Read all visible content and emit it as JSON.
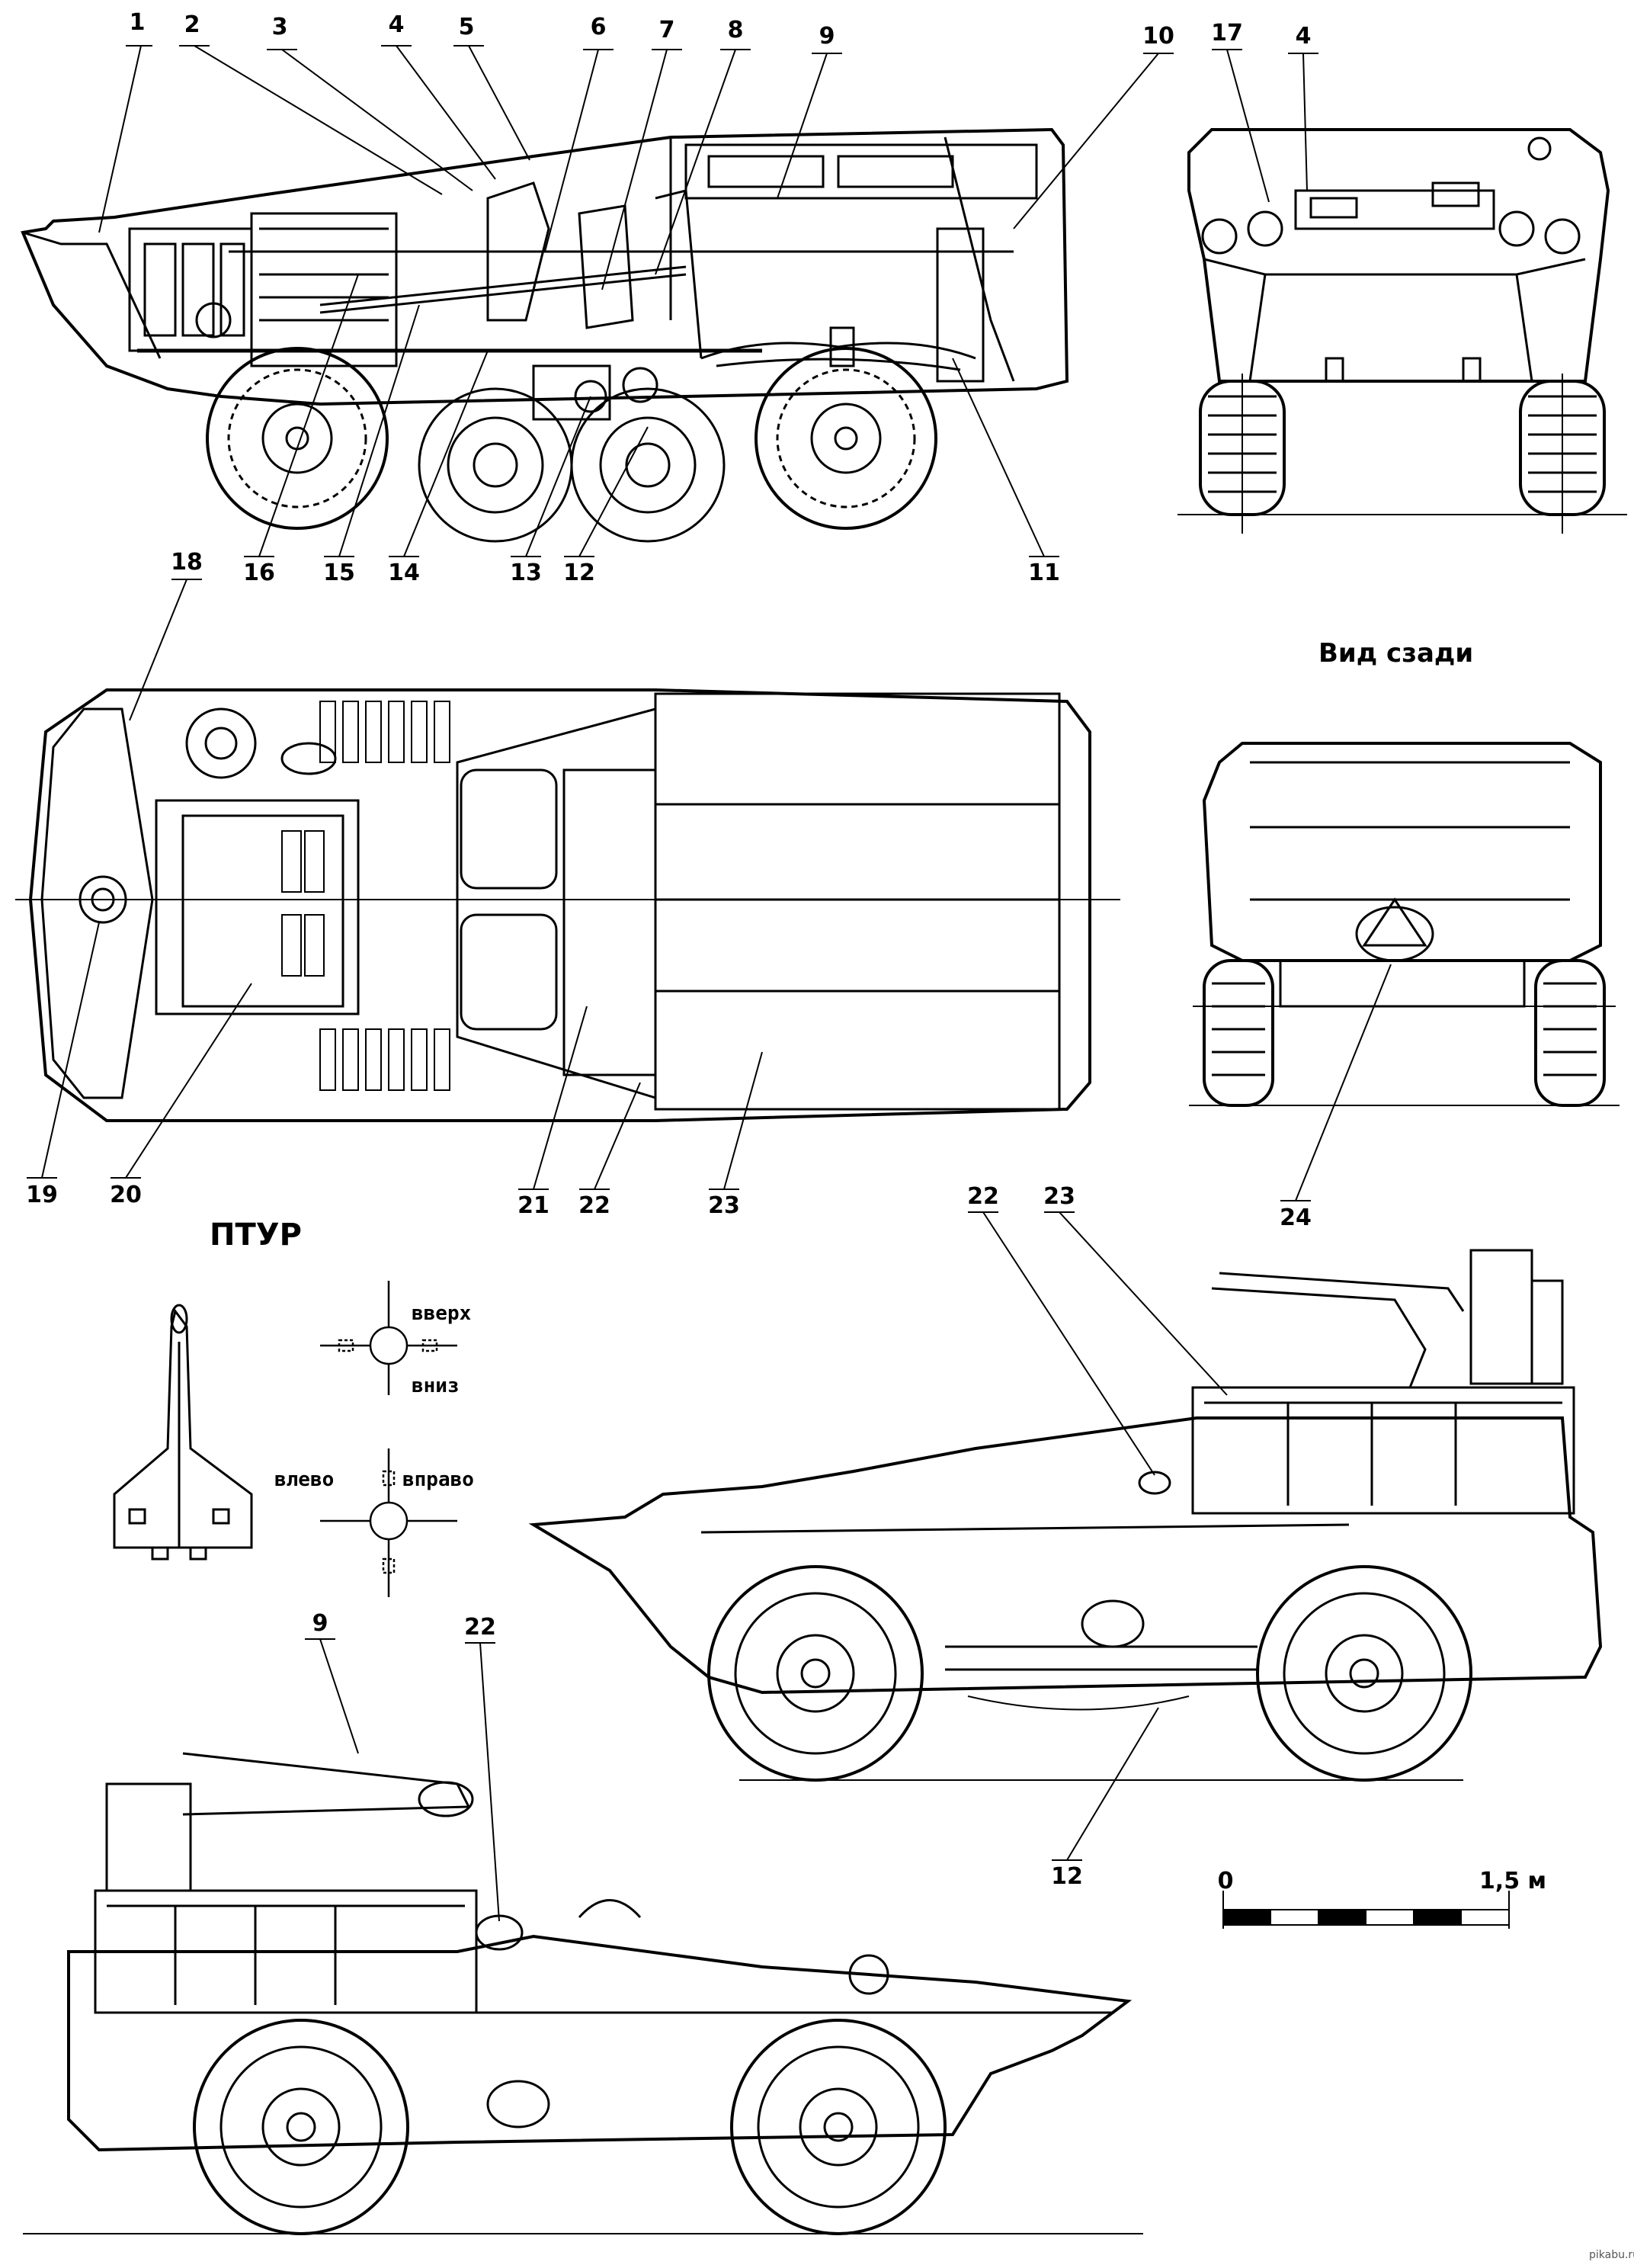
{
  "labels": {
    "n1": "1",
    "n2": "2",
    "n3": "3",
    "n4": "4",
    "n5": "5",
    "n6": "6",
    "n7": "7",
    "n8": "8",
    "n9": "9",
    "n10": "10",
    "n11": "11",
    "n12": "12",
    "n13": "13",
    "n14": "14",
    "n15": "15",
    "n16": "16",
    "n4b": "4",
    "n17": "17",
    "n18": "18",
    "n19": "19",
    "n20": "20",
    "n21": "21",
    "n22": "22",
    "n23": "23",
    "n24": "24",
    "n22b": "22",
    "n23b": "23",
    "n12b": "12",
    "n9b": "9",
    "n22c": "22"
  },
  "captions": {
    "rear_view": "Вид сзади",
    "atgm": "ПТУР",
    "up": "вверх",
    "down": "вниз",
    "left": "влево",
    "right": "вправо"
  },
  "scale": {
    "zero": "0",
    "max": "1,5 м"
  },
  "watermark": "pikabu.ru"
}
